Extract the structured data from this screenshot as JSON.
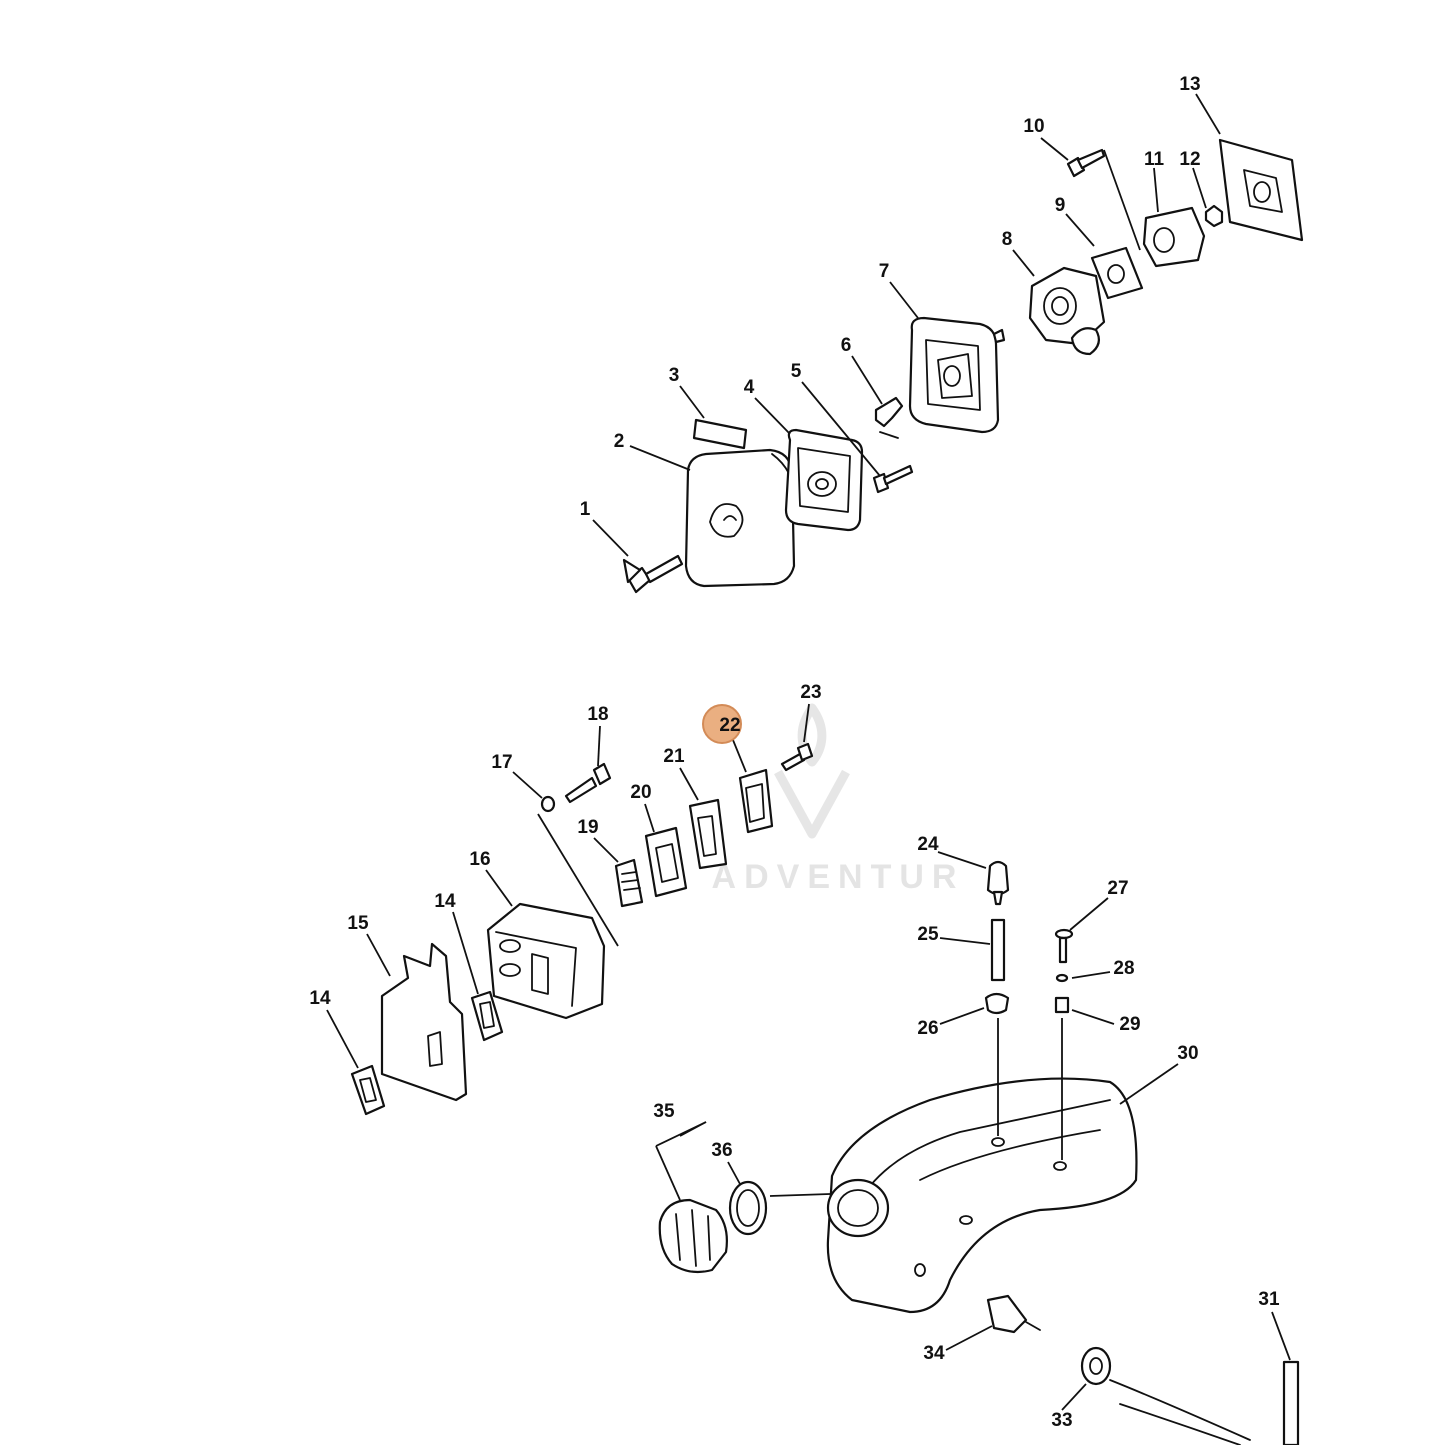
{
  "watermark": {
    "text": "ADVENTUR"
  },
  "highlight": {
    "part": "22",
    "color": "#e8a774",
    "stroke": "#cf7f45"
  },
  "callouts": [
    {
      "id": "1",
      "label": "1"
    },
    {
      "id": "2",
      "label": "2"
    },
    {
      "id": "3",
      "label": "3"
    },
    {
      "id": "4",
      "label": "4"
    },
    {
      "id": "5",
      "label": "5"
    },
    {
      "id": "6",
      "label": "6"
    },
    {
      "id": "7",
      "label": "7"
    },
    {
      "id": "8",
      "label": "8"
    },
    {
      "id": "9",
      "label": "9"
    },
    {
      "id": "10",
      "label": "10"
    },
    {
      "id": "11",
      "label": "11"
    },
    {
      "id": "12",
      "label": "12"
    },
    {
      "id": "13",
      "label": "13"
    },
    {
      "id": "14a",
      "label": "14"
    },
    {
      "id": "14b",
      "label": "14"
    },
    {
      "id": "15",
      "label": "15"
    },
    {
      "id": "16",
      "label": "16"
    },
    {
      "id": "17",
      "label": "17"
    },
    {
      "id": "18",
      "label": "18"
    },
    {
      "id": "19",
      "label": "19"
    },
    {
      "id": "20",
      "label": "20"
    },
    {
      "id": "21",
      "label": "21"
    },
    {
      "id": "22",
      "label": "22"
    },
    {
      "id": "23",
      "label": "23"
    },
    {
      "id": "24",
      "label": "24"
    },
    {
      "id": "25",
      "label": "25"
    },
    {
      "id": "26",
      "label": "26"
    },
    {
      "id": "27",
      "label": "27"
    },
    {
      "id": "28",
      "label": "28"
    },
    {
      "id": "29",
      "label": "29"
    },
    {
      "id": "30",
      "label": "30"
    },
    {
      "id": "31",
      "label": "31"
    },
    {
      "id": "33",
      "label": "33"
    },
    {
      "id": "34",
      "label": "34"
    },
    {
      "id": "35",
      "label": "35"
    },
    {
      "id": "36",
      "label": "36"
    }
  ]
}
